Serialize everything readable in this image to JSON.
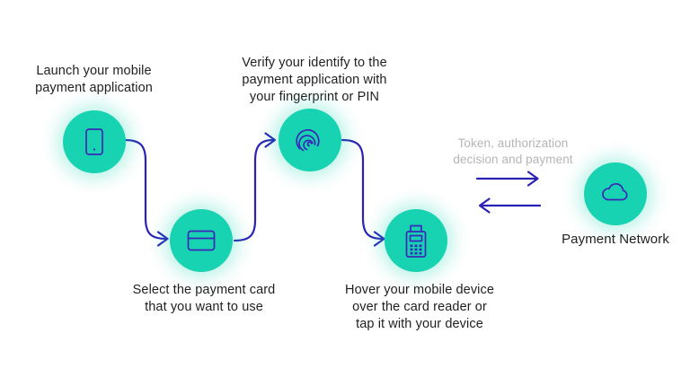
{
  "theme": {
    "background": "#ffffff",
    "circle_fill": "#17d3b1",
    "circle_glow": "rgba(23,211,177,0.28)",
    "arrow_color": "#2a22b4",
    "icon_color": "#3a28b8",
    "text_color": "#1f1f1f",
    "muted_text_color": "#b5b5b5"
  },
  "diagram": {
    "steps": [
      {
        "id": "launch",
        "icon": "smartphone-icon",
        "lines": [
          "Launch your mobile",
          "payment application"
        ]
      },
      {
        "id": "select-card",
        "icon": "credit-card-icon",
        "lines": [
          "Select the payment card",
          "that you want to use"
        ]
      },
      {
        "id": "verify",
        "icon": "fingerprint-icon",
        "lines": [
          "Verify your identify to the",
          "payment application with",
          "your fingerprint or PIN"
        ]
      },
      {
        "id": "tap",
        "icon": "card-reader-icon",
        "lines": [
          "Hover your mobile device",
          "over the card reader or",
          "tap it with your device"
        ]
      }
    ],
    "transfer": {
      "lines": [
        "Token, authorization",
        "decision and payment"
      ]
    },
    "network": {
      "icon": "cloud-icon",
      "label": "Payment Network"
    }
  }
}
